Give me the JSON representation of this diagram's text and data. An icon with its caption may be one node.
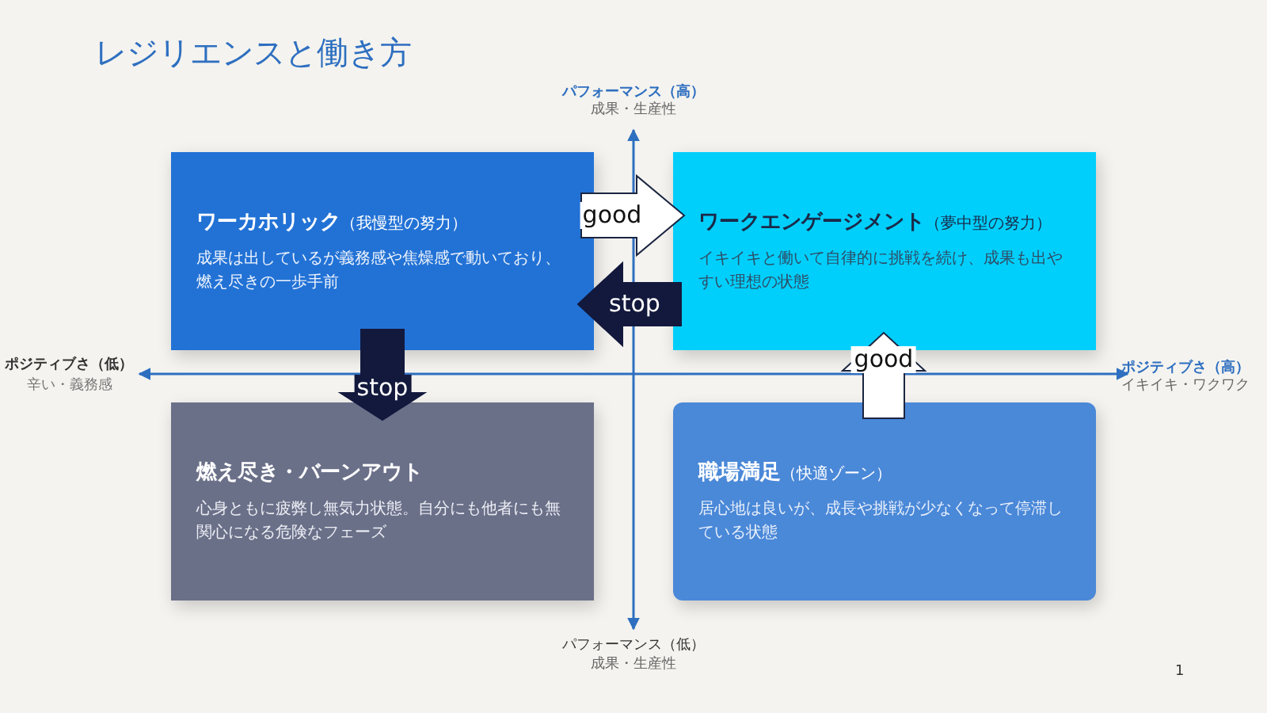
{
  "diagram": {
    "title": "レジリエンスと働き方",
    "nodes": [
      {
        "text": [
          "**ワーカホリック**（我慢型の努力）",
          "成果は出しているが義務感や焦燥感で動いており、燃え尽きの一歩手前"
        ]
      },
      {
        "text": [
          "**ワークエンゲージメント**（夢中型の努力）",
          "イキイキと働いて自律的に挑戦を続け、成果も出やすい理想の状態"
        ]
      },
      {
        "text": [
          "燃え尽き・バーンアウト",
          "心身ともに疲弊し無気力状態。自分にも他者にも無関心になる危険なフェーズ"
        ]
      },
      {
        "text": [
          "**職場満足**（快適ゾーン）",
          "居心地は良いが、成長や挑戦が少なくなって停滞している状態"
        ]
      }
    ],
    "edges": [
      {
        "from": 0,
        "to": 1,
        "arrow": "to",
        "label": "good"
      },
      {
        "from": 1,
        "to": 0,
        "arrow": "to",
        "label": "stop"
      },
      {
        "from": 0,
        "to": 2,
        "arrow": "to",
        "label": "stop"
      },
      {
        "from": 3,
        "to": 1,
        "arrow": "to",
        "label": "good"
      }
    ],
    "labels": [
      "パフォーマンス（高）",
      "成果・生産性",
      "ポジティブさ（低）",
      "辛い・義務感",
      "ポジティブさ（高）",
      "イキイキ・ワクワク",
      "パフォーマンス（低）",
      "成果・生産性",
      "1"
    ]
  }
}
